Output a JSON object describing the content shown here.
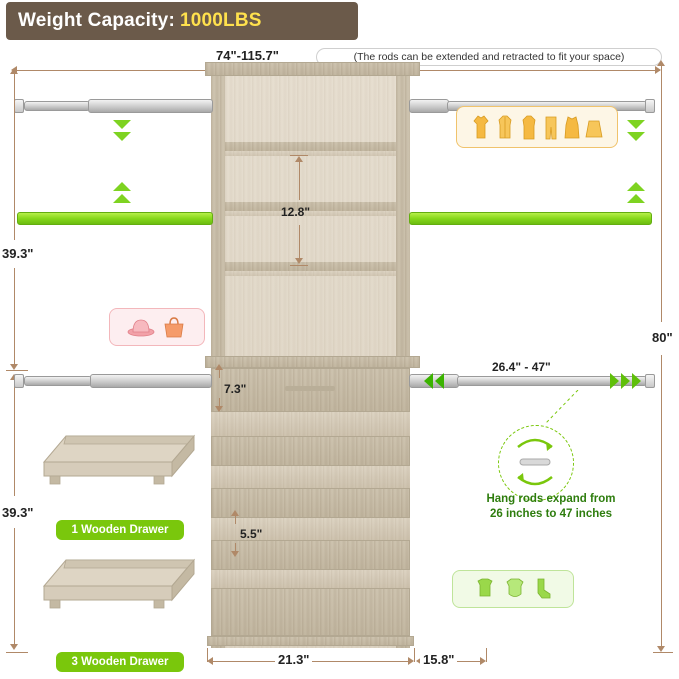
{
  "banner": {
    "caption": "Weight Capacity:",
    "value": "1000LBS"
  },
  "note": {
    "text": "(The rods can be extended and retracted to fit your space)"
  },
  "dimensions": {
    "top_width": "74\"-115.7\"",
    "shelf_gap": "12.8\"",
    "left_upper_height": "39.3\"",
    "left_lower_height": "39.3\"",
    "total_height": "80\"",
    "drawer_height": "7.3\"",
    "shelf_small": "5.5\"",
    "lower_rod_range": "26.4\" - 47\"",
    "base_width": "21.3\"",
    "base_depth": "15.8\""
  },
  "labels": {
    "one_drawer": "1 Wooden Drawer",
    "three_drawer": "3 Wooden Drawer"
  },
  "callout": {
    "line1": "Hang rods expand from",
    "line2": "26 inches to 47 inches"
  },
  "icons": {
    "clothes_group": [
      "shirt-icon",
      "jacket-icon",
      "coat-icon",
      "pants-icon",
      "dress-icon",
      "skirt-icon"
    ],
    "accessories_group": [
      "hat-icon",
      "handbag-icon"
    ],
    "kids_group": [
      "onesie-icon",
      "baby-clothes-icon",
      "socks-icon"
    ],
    "arrows": [
      "chevron-up-icon",
      "chevron-down-icon",
      "chevron-left-icon",
      "chevron-right-icon"
    ],
    "rotation": "circular-arrow-icon"
  },
  "colors": {
    "banner_bg": "#6b5a4a",
    "banner_value": "#ffe14d",
    "green_rod": "#86d81b",
    "dim_line": "#b08968",
    "pill_green": "#7ac70c"
  }
}
